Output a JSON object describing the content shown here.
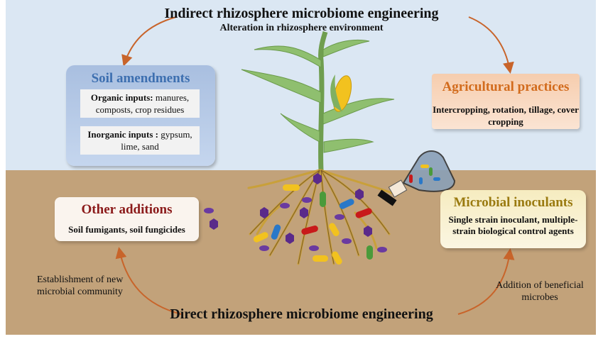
{
  "header": {
    "title": "Indirect rhizosphere microbiome engineering",
    "subtitle": "Alteration in rhizosphere environment"
  },
  "footer": {
    "title": "Direct rhizosphere microbiome engineering"
  },
  "soil_amendments": {
    "title": "Soil amendments",
    "organic_label": "Organic inputs:",
    "organic_text": " manures, composts, crop residues",
    "inorganic_label": "Inorganic inputs :",
    "inorganic_text": " gypsum, lime, sand"
  },
  "agricultural_practices": {
    "title": "Agricultural practices",
    "text": "Intercropping, rotation, tillage, cover cropping"
  },
  "other_additions": {
    "title": "Other additions",
    "text": "Soil fumigants, soil fungicides"
  },
  "microbial_inoculants": {
    "title": "Microbial inoculants",
    "text": "Single strain inoculant, multiple-strain biological control agents"
  },
  "left_note": "Establishment of new microbial community",
  "right_note": "Addition of beneficial microbes",
  "colors": {
    "sky": "#dbe7f3",
    "soil": "#c2a27a",
    "arrow": "#c8642a",
    "leaf": "#8fbf6f",
    "root": "#c9a03a",
    "hexagon": "#5a2a8a"
  }
}
